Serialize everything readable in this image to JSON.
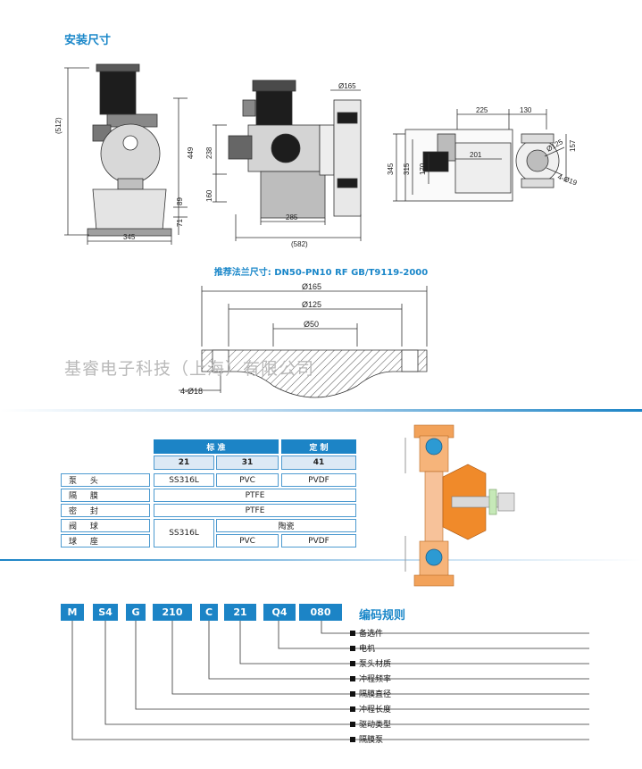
{
  "section_title": "安装尺寸",
  "dims_front": {
    "h512": "(512)",
    "h449": "449",
    "h89": "89",
    "h71": "71",
    "w345": "345"
  },
  "dims_side": {
    "d165": "Ø165",
    "h238": "238",
    "h160": "160",
    "w285": "285",
    "w582": "(582)"
  },
  "dims_top": {
    "w225": "225",
    "w130": "130",
    "w201": "201",
    "h345": "345",
    "h315": "315",
    "h170": "170",
    "h157": "157",
    "d125": "Ø125",
    "bolt": "4-Ø19"
  },
  "flange": {
    "title": "推荐法兰尺寸: DN50-PN10 RF GB/T9119-2000",
    "d165": "Ø165",
    "d125": "Ø125",
    "d50": "Ø50",
    "bolt": "4-Ø18"
  },
  "watermark": "基睿电子科技（上海）有限公司",
  "colors": {
    "accent": "#1c84c6",
    "title": "#1a87c9",
    "cell_border": "#4d9ad0",
    "sub_header": "#dce9f5"
  },
  "material_table": {
    "group_standard": "标 准",
    "group_custom": "定 制",
    "sub_headers": [
      "21",
      "31",
      "41"
    ],
    "rows": [
      {
        "label": "泵 头",
        "cells": [
          "SS316L",
          "PVC",
          "PVDF"
        ]
      },
      {
        "label": "隔 膜",
        "cells": [
          "PTFE"
        ]
      },
      {
        "label": "密 封",
        "cells": [
          "PTFE"
        ]
      },
      {
        "label": "阀 球",
        "cells": [
          "SS316L",
          "陶瓷"
        ]
      },
      {
        "label": "球 座",
        "cells": [
          "PVC",
          "PVDF"
        ]
      }
    ]
  },
  "coding": {
    "codes": [
      "M",
      "S4",
      "G",
      "210",
      "C",
      "21",
      "Q4",
      "080"
    ],
    "title": "编码规则",
    "legend": [
      "备选件",
      "电机",
      "泵头材质",
      "冲程频率",
      "隔膜直径",
      "冲程长度",
      "驱动类型",
      "隔膜泵"
    ]
  }
}
